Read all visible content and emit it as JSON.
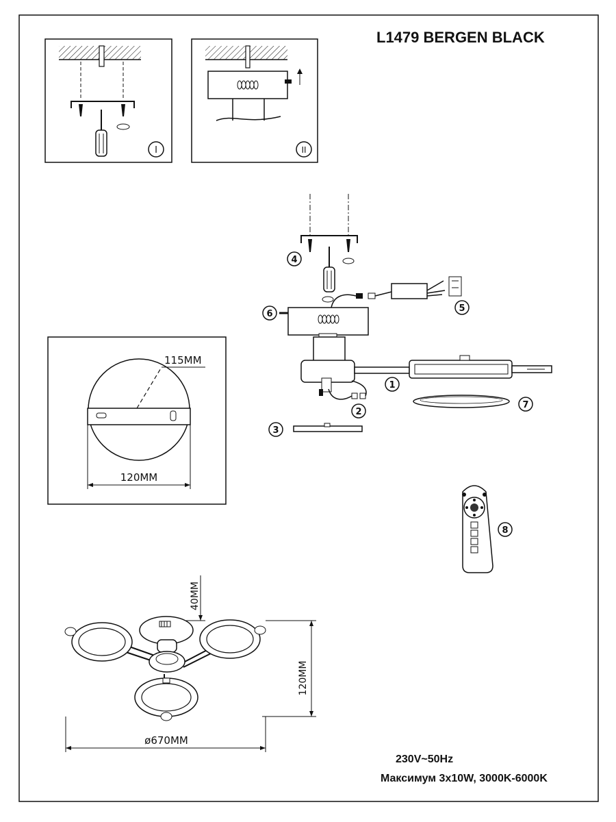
{
  "title": "L1479 BERGEN BLACK",
  "steps": {
    "step1": "I",
    "step2": "II"
  },
  "callouts": [
    "1",
    "2",
    "3",
    "4",
    "5",
    "6",
    "7",
    "8"
  ],
  "plate_dimensions": {
    "hole_spacing": "115MM",
    "plate_width": "120MM"
  },
  "overall_dimensions": {
    "base_height": "40MM",
    "total_height": "120MM",
    "diameter": "ø670MM"
  },
  "specs": {
    "line1": "230V~50Hz",
    "line2": "Максимум 3x10W, 3000K-6000K"
  },
  "colors": {
    "line": "#111111",
    "background": "#ffffff"
  }
}
